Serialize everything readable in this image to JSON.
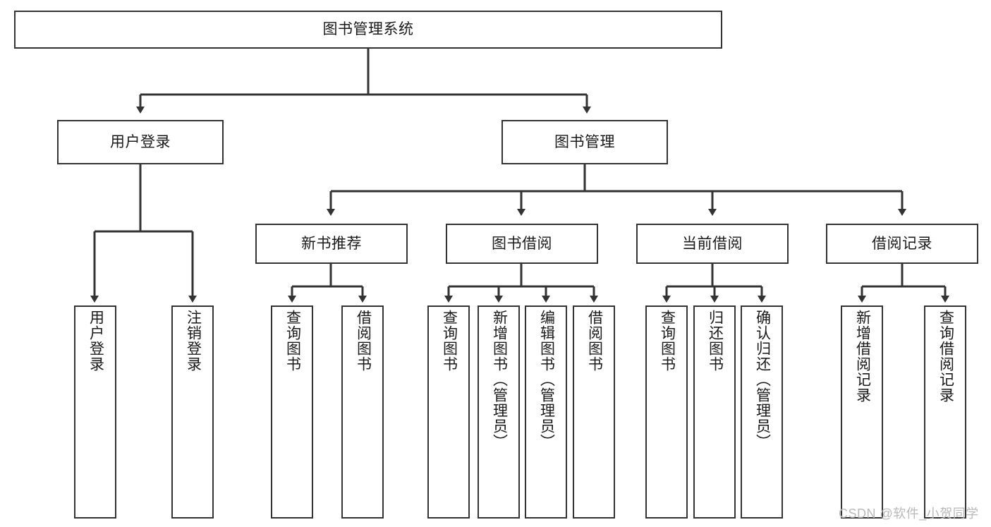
{
  "diagram": {
    "title": "图书管理系统",
    "type": "tree",
    "watermark": "CSDN @软件_小贺同学",
    "colors": {
      "stroke": "#333333",
      "fill": "#ffffff",
      "text": "#1a1a1a",
      "watermark": "#b9b9b9"
    },
    "nodes": {
      "root": "图书管理系统",
      "level2": [
        "用户登录",
        "图书管理"
      ],
      "level3": [
        "新书推荐",
        "图书借阅",
        "当前借阅",
        "借阅记录"
      ],
      "leaves": {
        "user_login": [
          "用户登录",
          "注销登录"
        ],
        "new_book_recommend": [
          "查询图书",
          "借阅图书"
        ],
        "book_borrow": [
          "查询图书",
          "新增图书（管理员）",
          "编辑图书（管理员）",
          "借阅图书"
        ],
        "current_borrow": [
          "查询图书",
          "归还图书",
          "确认归还（管理员）"
        ],
        "borrow_record": [
          "新增借阅记录",
          "查询借阅记录"
        ]
      }
    }
  }
}
